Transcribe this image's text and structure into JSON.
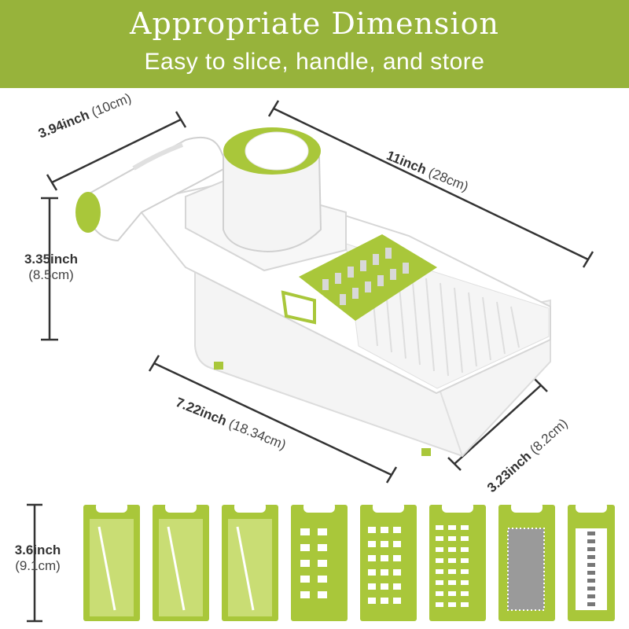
{
  "banner": {
    "title": "Appropriate Dimension",
    "subtitle": "Easy to slice, handle, and store"
  },
  "dimensions": {
    "width": {
      "imperial": "3.94inch",
      "metric": "(10cm)"
    },
    "length": {
      "imperial": "11inch",
      "metric": "(28cm)"
    },
    "height": {
      "imperial": "3.35inch",
      "metric": "(8.5cm)"
    },
    "container_length": {
      "imperial": "7.22inch",
      "metric": "(18.34cm)"
    },
    "container_width": {
      "imperial": "3.23inch",
      "metric": "(8.2cm)"
    },
    "blade_height": {
      "imperial": "3.6inch",
      "metric": "(9.1cm)"
    }
  },
  "blades": [
    "straight",
    "straight",
    "straight",
    "julienne-coarse",
    "julienne-medium",
    "julienne-fine",
    "grater-fine",
    "grater-coarse"
  ],
  "colors": {
    "accent": "#97b33b",
    "lime": "#a9c73a",
    "plastic": "#f2f2f2",
    "text": "#333333"
  }
}
